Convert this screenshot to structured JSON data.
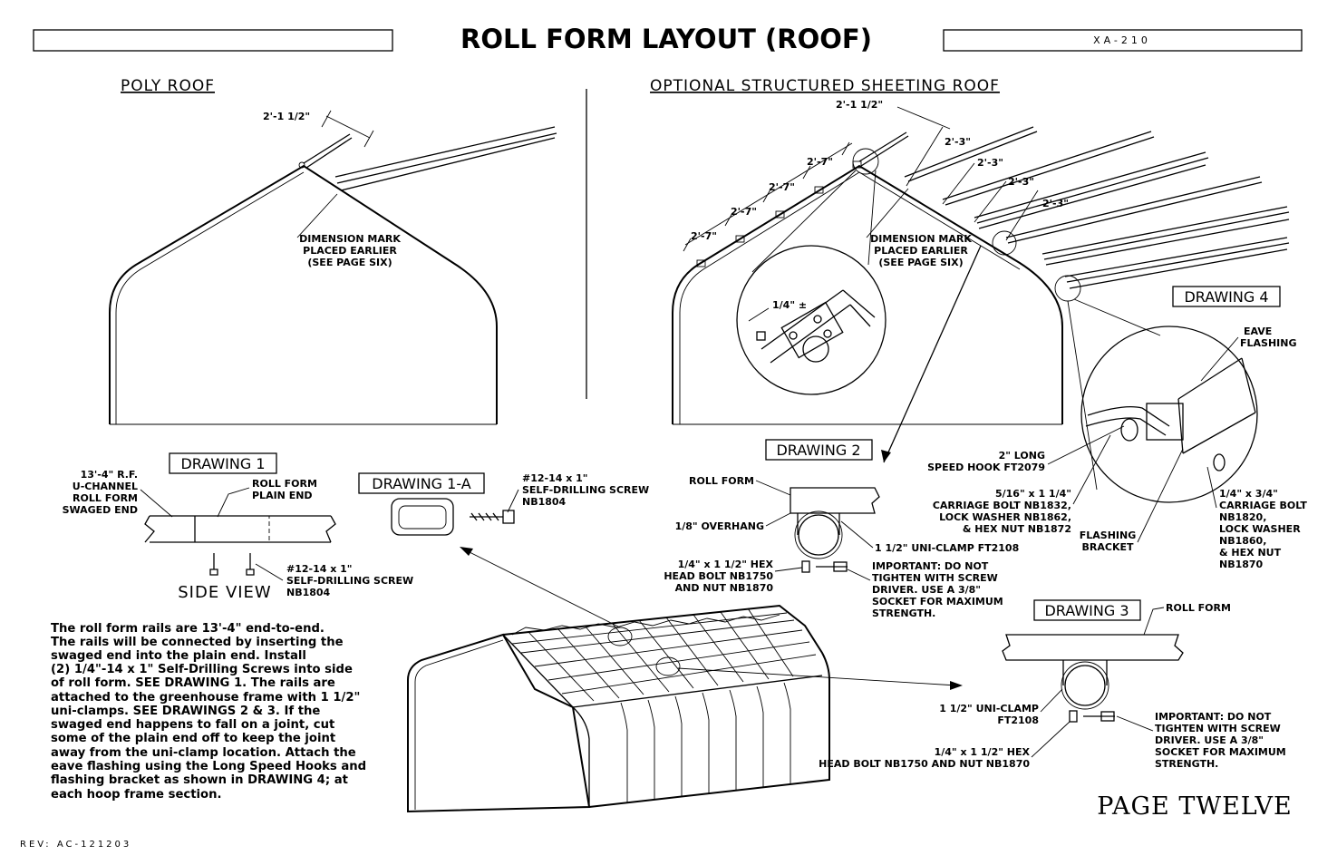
{
  "header": {
    "title": "ROLL FORM LAYOUT (ROOF)",
    "doc_number": "XA-210"
  },
  "poly_roof": {
    "heading": "POLY ROOF",
    "dimension": "2'-1 1/2\"",
    "note": [
      "DIMENSION MARK",
      "PLACED EARLIER",
      "(SEE PAGE SIX)"
    ]
  },
  "structured_roof": {
    "heading": "OPTIONAL STRUCTURED SHEETING ROOF",
    "top_dimension": "2'-1 1/2\"",
    "left_dimensions": [
      "2'-7\"",
      "2'-7\"",
      "2'-7\"",
      "2'-7\""
    ],
    "right_dimensions": [
      "2'-3\"",
      "2'-3\"",
      "2'-3\"",
      "2'-3\""
    ],
    "note": [
      "DIMENSION MARK",
      "PLACED EARLIER",
      "(SEE PAGE SIX)"
    ],
    "detail_dimension": "1/4\" ±"
  },
  "drawing1": {
    "label": "DRAWING 1",
    "left_note": [
      "13'-4\" R.F.",
      "U-CHANNEL",
      "ROLL FORM",
      "SWAGED END"
    ],
    "roll_form_note": [
      "ROLL FORM",
      "PLAIN END"
    ],
    "screw_note": [
      "#12-14 x 1\"",
      "SELF-DRILLING SCREW",
      "NB1804"
    ],
    "side_view": "SIDE VIEW"
  },
  "drawing1a": {
    "label": "DRAWING 1-A",
    "screw_note": [
      "#12-14 x 1\"",
      "SELF-DRILLING SCREW",
      "NB1804"
    ]
  },
  "drawing2": {
    "label": "DRAWING 2",
    "roll_form": "ROLL FORM",
    "overhang": "1/8\" OVERHANG",
    "uniclamp": "1 1/2\" UNI-CLAMP FT2108",
    "bolt": [
      "1/4\" x 1 1/2\" HEX",
      "HEAD BOLT NB1750",
      "AND NUT NB1870"
    ],
    "important": [
      "IMPORTANT: DO NOT",
      "TIGHTEN WITH SCREW",
      "DRIVER. USE A 3/8\"",
      "SOCKET FOR MAXIMUM",
      "STRENGTH."
    ]
  },
  "drawing3": {
    "label": "DRAWING 3",
    "roll_form": "ROLL FORM",
    "uniclamp": [
      "1 1/2\" UNI-CLAMP",
      "FT2108"
    ],
    "bolt": [
      "1/4\" x 1 1/2\" HEX",
      "HEAD BOLT NB1750 AND NUT NB1870"
    ],
    "important": [
      "IMPORTANT: DO NOT",
      "TIGHTEN WITH SCREW",
      "DRIVER. USE A 3/8\"",
      "SOCKET FOR MAXIMUM",
      "STRENGTH."
    ]
  },
  "drawing4": {
    "label": "DRAWING 4",
    "eave": [
      "EAVE",
      "FLASHING"
    ],
    "hook": [
      "2\" LONG",
      "SPEED HOOK FT2079"
    ],
    "carriage": [
      "5/16\" x 1 1/4\"",
      "CARRIAGE BOLT NB1832,",
      "LOCK WASHER NB1862,",
      "& HEX NUT NB1872"
    ],
    "bracket": [
      "FLASHING",
      "BRACKET"
    ],
    "small_bolt": [
      "1/4\" x 3/4\"",
      "CARRIAGE BOLT",
      "NB1820,",
      "LOCK WASHER",
      "NB1860,",
      "& HEX NUT",
      "NB1870"
    ]
  },
  "instructions": [
    "The roll form rails are 13'-4\" end-to-end.",
    "The rails will be connected by inserting the",
    "swaged end into the plain end. Install",
    "(2) 1/4\"-14 x 1\" Self-Drilling Screws into side",
    "of roll form.  SEE DRAWING 1.  The rails are",
    "attached to the greenhouse frame with 1 1/2\"",
    "uni-clamps. SEE DRAWINGS 2 & 3.  If the",
    "swaged end happens to fall on a joint, cut",
    "some of the plain end off to keep the joint",
    "away from the uni-clamp location.  Attach the",
    "eave flashing using the Long Speed Hooks and",
    "flashing bracket as shown in DRAWING 4; at",
    "each hoop frame section."
  ],
  "footer": {
    "page": "PAGE TWELVE",
    "rev": "REV: AC-121203"
  }
}
